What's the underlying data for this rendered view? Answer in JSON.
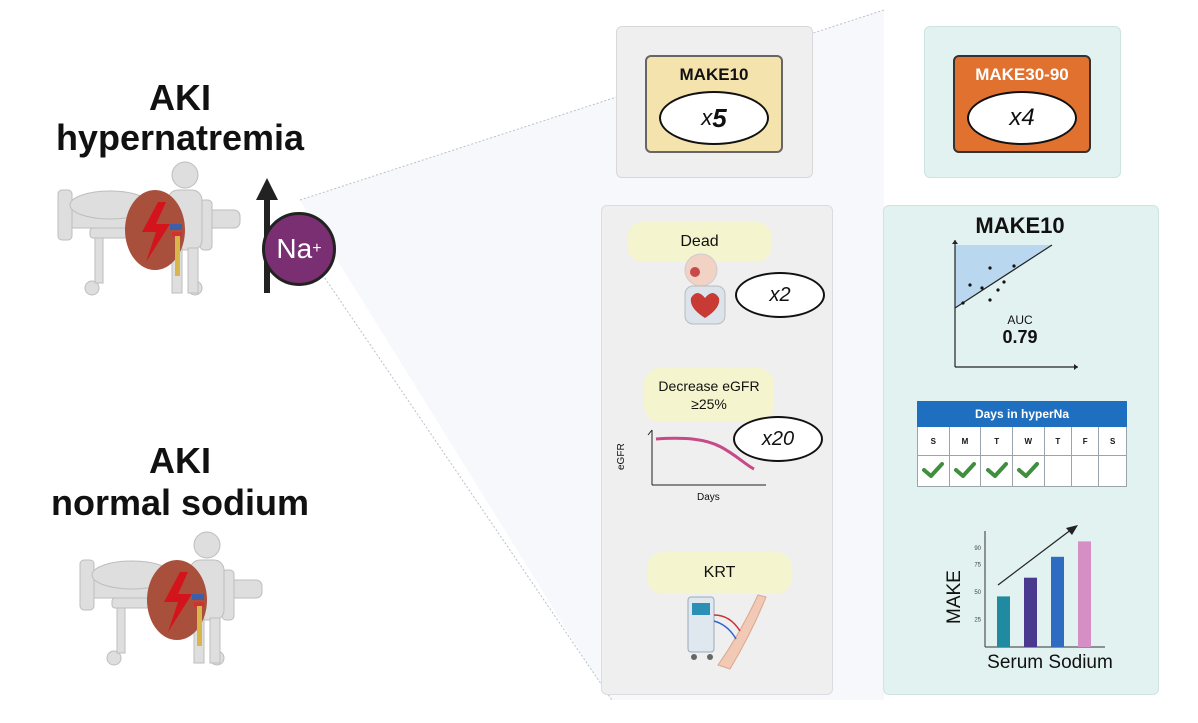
{
  "left": {
    "group1_title_line1": "AKI",
    "group1_title_line2": "hypernatremia",
    "group2_title_line1": "AKI",
    "group2_title_line2": "normal sodium",
    "sodium_badge": "Na",
    "sodium_badge_sup": "+"
  },
  "make10_box": {
    "label": "MAKE10",
    "prefix": "x",
    "value": "5"
  },
  "make3090_box": {
    "label": "MAKE30-90",
    "prefix": "x",
    "value": "4"
  },
  "outcomes": {
    "dead": {
      "label": "Dead",
      "multiplier": "x2"
    },
    "egfr": {
      "label_line1": "Decrease eGFR",
      "label_line2": "≥25%",
      "multiplier": "x20",
      "ylabel": "eGFR",
      "xlabel": "Days"
    },
    "krt": {
      "label": "KRT"
    }
  },
  "right": {
    "make10_title": "MAKE10",
    "auc_label": "AUC",
    "auc_value": "0.79",
    "calendar_title": "Days in hyperNa",
    "calendar_days": [
      "S",
      "M",
      "T",
      "W",
      "T",
      "F",
      "S"
    ],
    "calendar_checked": [
      true,
      true,
      true,
      true,
      false,
      false,
      false
    ],
    "bar_chart_ylabel": "MAKE",
    "bar_chart_xlabel": "Serum Sodium",
    "bar_chart_ticks": [
      "25",
      "50",
      "75",
      "90"
    ]
  },
  "colors": {
    "make10_fill": "#f5e3ae",
    "make3090_fill": "#e0712f",
    "sodium_badge": "#7a2f73",
    "panel_gray": "#efefef",
    "panel_mint": "#e2f2f1",
    "pill": "#f4f4cf",
    "calendar_header": "#1f6fc0",
    "check": "#3f8f3f"
  },
  "chart_data": {
    "type": "bar",
    "categories": [
      "",
      "",
      "",
      ""
    ],
    "values": [
      46,
      63,
      82,
      96
    ],
    "xlabel": "Serum Sodium",
    "ylabel": "MAKE",
    "ylim": [
      0,
      100
    ],
    "yticks": [
      25,
      50,
      75,
      90
    ],
    "bar_colors": [
      "#1f8aa0",
      "#4a3a8f",
      "#2d6cc0",
      "#d68fc4"
    ]
  }
}
